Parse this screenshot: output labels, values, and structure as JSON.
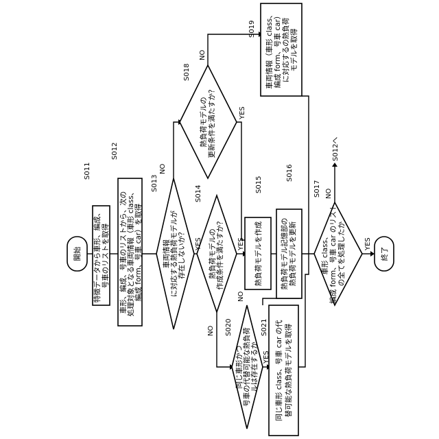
{
  "nodes": {
    "start": {
      "label": "開始"
    },
    "s011": {
      "step": "S011",
      "lines": [
        "特徴データから車形、編成、",
        "号車のリストを取得"
      ]
    },
    "s012": {
      "step": "S012",
      "lines": [
        "車形、編成、号車のリストから、次の",
        "処理対象となる車両情報（車形 class、",
        "編成 form、号車 car）を取得"
      ]
    },
    "s013": {
      "step": "S013",
      "lines": [
        "車両情報",
        "に対応する熱負荷モデルが",
        "存在しないか？"
      ]
    },
    "s014": {
      "step": "S014",
      "lines": [
        "熱負荷モデルの",
        "作成条件を満たすか？"
      ]
    },
    "s015": {
      "step": "S015",
      "lines": [
        "熱負荷モデルを作成"
      ]
    },
    "s016": {
      "step": "S016",
      "lines": [
        "熱負荷モデル記憶部の",
        "熱負荷モデルを更新"
      ]
    },
    "s017": {
      "step": "S017",
      "lines": [
        "車形 class、",
        "編成 form、号車 car のリスト",
        "の全てを処理したか"
      ]
    },
    "s018": {
      "step": "S018",
      "lines": [
        "熱負荷モデルの",
        "更新条件を満たすか？"
      ]
    },
    "s019": {
      "step": "S019",
      "lines": [
        "車両情報（車形 class、",
        "編成 form、号車 car）",
        "に対応するの熱負荷",
        "モデルを取得"
      ]
    },
    "s020": {
      "step": "S020",
      "lines": [
        "同じ車形かつ",
        "号車の代替可能な熱負荷",
        "ルは存在するか"
      ]
    },
    "s021": {
      "step": "S021",
      "lines": [
        "同じ車形 class、号車 car の代",
        "替可能な熱負荷モデルを取得"
      ]
    },
    "end": {
      "label": "終了"
    }
  },
  "branches": {
    "yes": "YES",
    "no": "NO",
    "goto_s012": "S012へ"
  }
}
